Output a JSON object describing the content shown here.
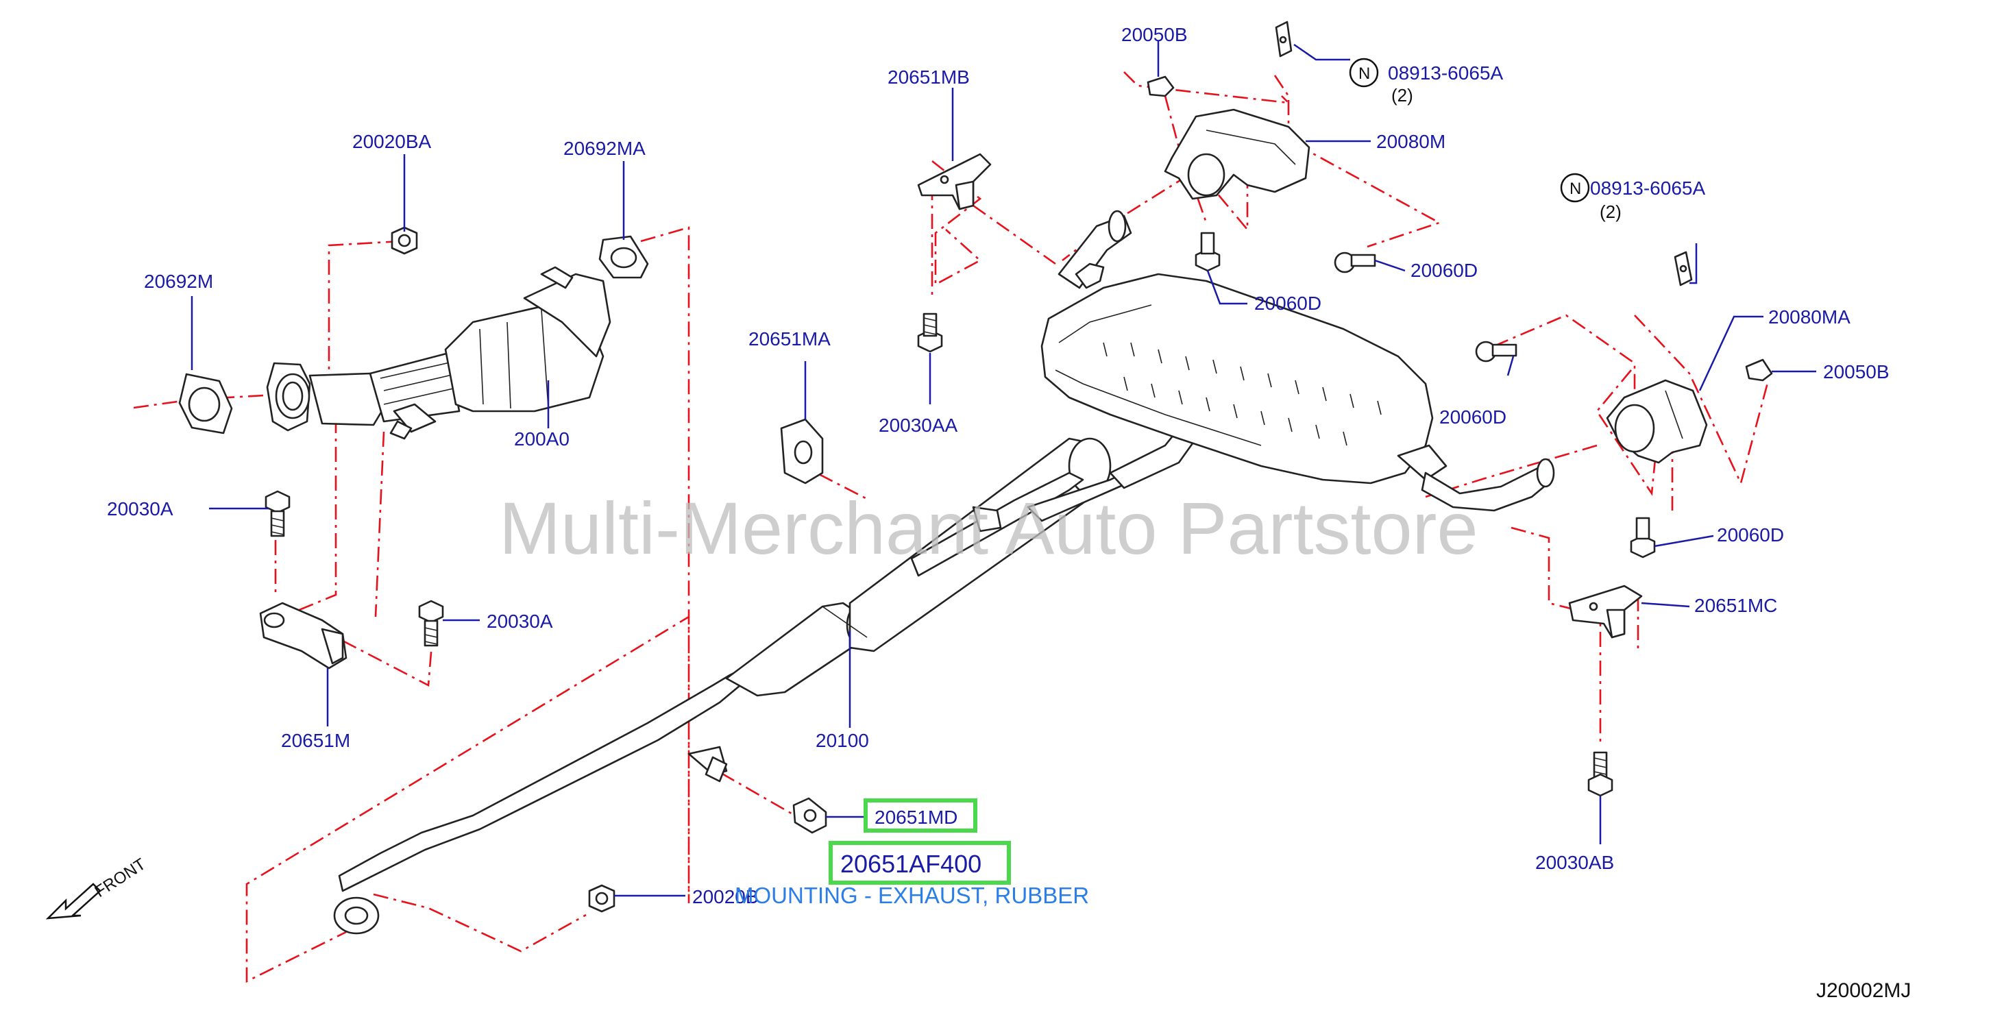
{
  "labels": {
    "p20020BA": "20020BA",
    "p20692MA": "20692MA",
    "p20692M": "20692M",
    "p200A0": "200A0",
    "p20030A_1": "20030A",
    "p20030A_2": "20030A",
    "p20651M": "20651M",
    "p20651MB": "20651MB",
    "p20030AA": "20030AA",
    "p20651MA": "20651MA",
    "p20100": "20100",
    "p20651MD": "20651MD",
    "p20020B": "20020B",
    "p20050B_1": "20050B",
    "p08913_1": "08913-6065A",
    "q08913_1": "(2)",
    "p20080M": "20080M",
    "p20060D_1": "20060D",
    "p20060D_2": "20060D",
    "p08913_2": "08913-6065A",
    "q08913_2": "(2)",
    "p20080MA": "20080MA",
    "p20050B_2": "20050B",
    "p20060D_3": "20060D",
    "p20060D_4": "20060D",
    "p20651MC": "20651MC",
    "p20030AB": "20030AB"
  },
  "n_marker": "N",
  "highlight": {
    "part_number": "20651AF400",
    "description": "MOUNTING - EXHAUST, RUBBER"
  },
  "watermark": "Multi-Merchant Auto Partstore",
  "front_label": "FRONT",
  "diagram_ref": "J20002MJ",
  "colors": {
    "label_blue": "#1a1aa8",
    "assembly_red": "#e8101a",
    "highlight_green": "#4cd84c",
    "description_blue": "#2a7ee6"
  }
}
